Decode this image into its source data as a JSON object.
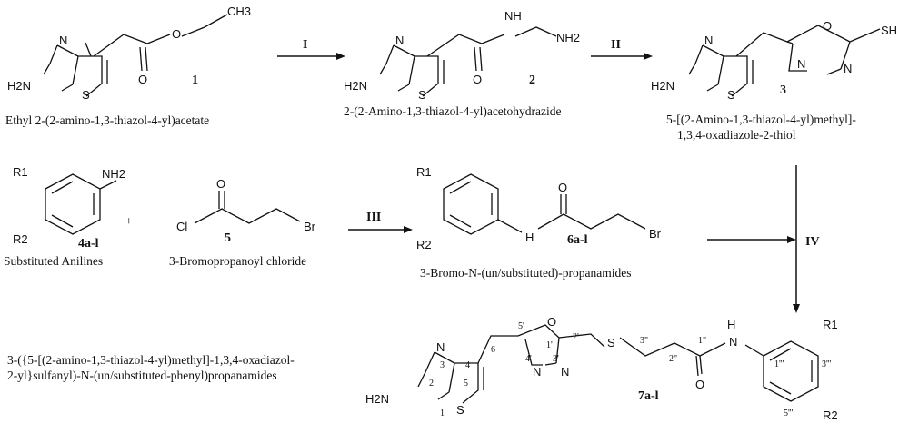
{
  "atoms": {
    "N": "N",
    "S": "S",
    "O": "O",
    "OH_O": "O",
    "NH2": "H2N",
    "CH3": "CH3",
    "NH": "NH",
    "NH2b": "NH2",
    "SH": "SH",
    "Cl": "Cl",
    "Br": "Br",
    "H": "H",
    "N_amide": "N",
    "R1": "R1",
    "R2": "R2",
    "NH2_aniline": "NH2"
  },
  "compounds": {
    "c1": {
      "number": "1",
      "name": "Ethyl 2-(2-amino-1,3-thiazol-4-yl)acetate"
    },
    "c2": {
      "number": "2",
      "name": "2-(2-Amino-1,3-thiazol-4-yl)acetohydrazide"
    },
    "c3": {
      "number": "3",
      "name_line1": "5-[(2-Amino-1,3-thiazol-4-yl)methyl]-",
      "name_line2": "1,3,4-oxadiazole-2-thiol"
    },
    "c4": {
      "number": "4a-l",
      "name": "Substituted Anilines"
    },
    "c5": {
      "number": "5",
      "name": "3-Bromopropanoyl chloride"
    },
    "c6": {
      "number": "6a-l",
      "name": "3-Bromo-N-(un/substituted)-propanamides"
    },
    "c7": {
      "number": "7a-l",
      "name_line1": "3-({5-[(2-amino-1,3-thiazol-4-yl)methyl]-1,3,4-oxadiazol-",
      "name_line2": "2-yl}sulfanyl)-N-(un/substituted-phenyl)propanamides"
    }
  },
  "steps": {
    "I": "I",
    "II": "II",
    "III": "III",
    "IV": "IV",
    "plus": "+"
  },
  "locants": {
    "l1": "1",
    "l2": "2",
    "l3": "3",
    "l4": "4",
    "l5": "5",
    "l6": "6",
    "l1p": "1'",
    "l2p": "2'",
    "l3p": "3'",
    "l4p": "4'",
    "l5p": "5'",
    "l1pp": "1\"",
    "l2pp": "2\"",
    "l3pp": "3\"",
    "l1ppp": "1'''",
    "l3ppp": "3'''",
    "l5ppp": "5'''"
  }
}
